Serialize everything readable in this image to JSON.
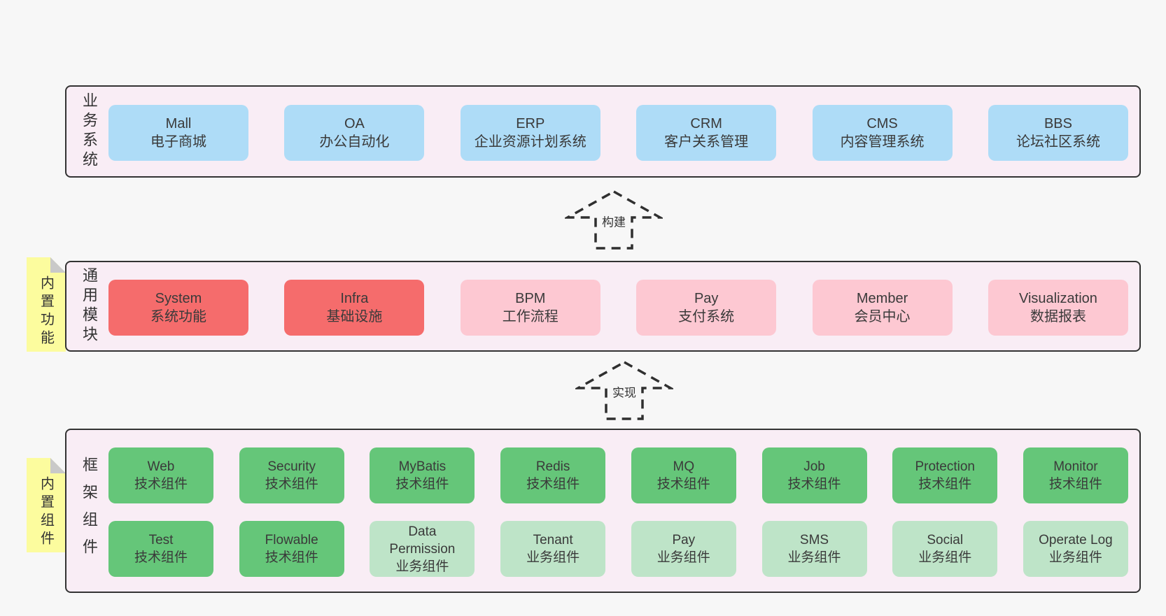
{
  "colors": {
    "page_bg": "#f7f7f7",
    "panel_bg": "#f9edf5",
    "panel_border": "#333333",
    "blue": "#aedcf7",
    "red": "#f56c6c",
    "pink": "#fdc8d2",
    "green": "#65c679",
    "green_light": "#bee4c8",
    "yellow": "#fcfc9e",
    "fold_gray": "#c9c9c9",
    "text": "#3a3a3a",
    "arrow": "#2f2f2f"
  },
  "arrows": [
    {
      "label": "构建"
    },
    {
      "label": "实现"
    }
  ],
  "sections": [
    {
      "label": "业务系统",
      "boxes": [
        {
          "name": "Mall",
          "desc": "电子商城"
        },
        {
          "name": "OA",
          "desc": "办公自动化"
        },
        {
          "name": "ERP",
          "desc": "企业资源计划系统"
        },
        {
          "name": "CRM",
          "desc": "客户关系管理"
        },
        {
          "name": "CMS",
          "desc": "内容管理系统"
        },
        {
          "name": "BBS",
          "desc": "论坛社区系统"
        }
      ]
    },
    {
      "label": "通用模块",
      "note": "内置功能",
      "boxes": [
        {
          "name": "System",
          "desc": "系统功能"
        },
        {
          "name": "Infra",
          "desc": "基础设施"
        },
        {
          "name": "BPM",
          "desc": "工作流程"
        },
        {
          "name": "Pay",
          "desc": "支付系统"
        },
        {
          "name": "Member",
          "desc": "会员中心"
        },
        {
          "name": "Visualization",
          "desc": "数据报表"
        }
      ]
    },
    {
      "label": "框架组件",
      "note": "内置组件",
      "row1": [
        {
          "name": "Web",
          "desc": "技术组件"
        },
        {
          "name": "Security",
          "desc": "技术组件"
        },
        {
          "name": "MyBatis",
          "desc": "技术组件"
        },
        {
          "name": "Redis",
          "desc": "技术组件"
        },
        {
          "name": "MQ",
          "desc": "技术组件"
        },
        {
          "name": "Job",
          "desc": "技术组件"
        },
        {
          "name": "Protection",
          "desc": "技术组件"
        },
        {
          "name": "Monitor",
          "desc": "技术组件"
        }
      ],
      "row2": [
        {
          "name": "Test",
          "desc": "技术组件"
        },
        {
          "name": "Flowable",
          "desc": "技术组件"
        },
        {
          "name": "Data Permission",
          "desc": "业务组件"
        },
        {
          "name": "Tenant",
          "desc": "业务组件"
        },
        {
          "name": "Pay",
          "desc": "业务组件"
        },
        {
          "name": "SMS",
          "desc": "业务组件"
        },
        {
          "name": "Social",
          "desc": "业务组件"
        },
        {
          "name": "Operate Log",
          "desc": "业务组件"
        }
      ]
    }
  ]
}
